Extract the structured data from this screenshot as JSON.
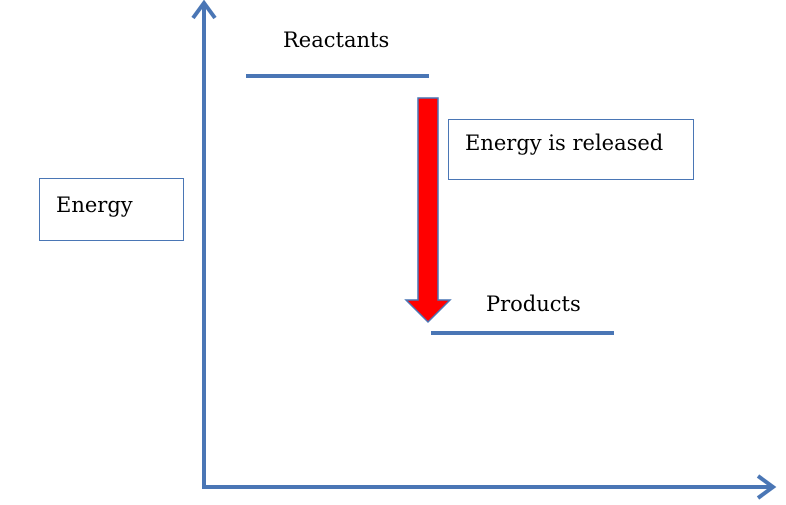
{
  "diagram": {
    "reactants_label": "Reactants",
    "products_label": "Products",
    "arrow_label": "Energy is released",
    "axis_label": "Energy"
  },
  "colors": {
    "axis": "#4a76b5",
    "level_line": "#4a76b5",
    "arrow_fill": "#ff0000",
    "arrow_outline": "#4a76b5",
    "box_border": "#4a76b5"
  }
}
